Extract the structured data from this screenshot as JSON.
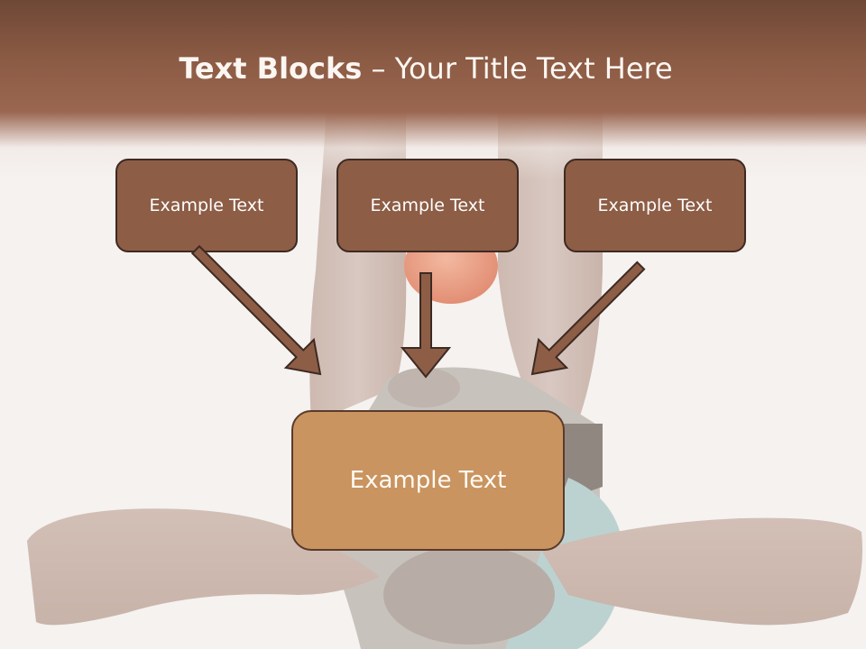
{
  "title": {
    "bold": "Text Blocks",
    "dash": " – ",
    "rest": "Your Title Text Here"
  },
  "boxes": {
    "top_left": "Example Text",
    "top_middle": "Example Text",
    "top_right": "Example Text",
    "center": "Example Text"
  },
  "colors": {
    "header": "#8d5c45",
    "top_box_fill": "#8d5d46",
    "center_box_fill": "#c99460",
    "arrow_fill": "#8d5d46",
    "outline": "#3d2a22"
  }
}
